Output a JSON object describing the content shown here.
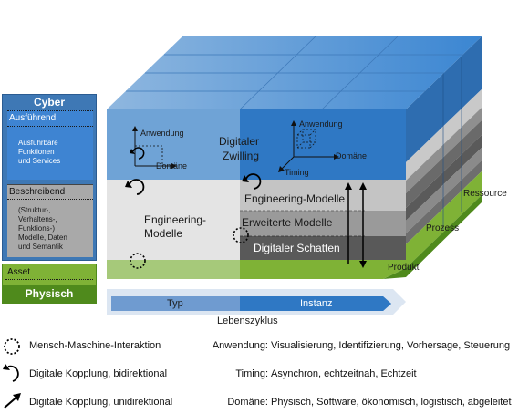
{
  "left_panel": {
    "cyber": "Cyber",
    "ausfuehrend": "Ausführend",
    "ausfuehrend_items": [
      "Ausführbare",
      "Funktionen",
      "und Services"
    ],
    "beschreibend": "Beschreibend",
    "beschreibend_items": [
      "(Struktur-,",
      "Verhaltens-,",
      "Funktions-)",
      "Modelle, Daten",
      "und Semantik"
    ],
    "asset": "Asset",
    "physisch": "Physisch"
  },
  "cube": {
    "front_left_label": [
      "Engineering-",
      "Modelle"
    ],
    "twin_label": [
      "Digitaler",
      "Zwilling"
    ],
    "eng_models": "Engineering-Modelle",
    "ext_models": "Erweiterte Modelle",
    "shadow": "Digitaler Schatten",
    "axis_resource": "Ressource",
    "axis_process": "Prozess",
    "axis_product": "Produkt",
    "mini_left": {
      "anwendung": "Anwendung",
      "domaene": "Domäne"
    },
    "mini_right": {
      "anwendung": "Anwendung",
      "domaene": "Domäne",
      "timing": "Timing"
    }
  },
  "lifecycle": {
    "typ": "Typ",
    "instanz": "Instanz",
    "label": "Lebenszyklus"
  },
  "legend": {
    "mmi": "Mensch-Maschine-Interaktion",
    "bidir": "Digitale Kopplung, bidirektional",
    "unidir": "Digitale Kopplung, unidirektional"
  },
  "definitions": [
    {
      "key": "Anwendung:",
      "value": "Visualisierung, Identifizierung, Vorhersage, Steuerung"
    },
    {
      "key": "Timing:",
      "value": "Asynchron, echtzeitnah, Echtzeit"
    },
    {
      "key": "Domäne:",
      "value": "Physisch, Software, ökonomisch, logistisch, abgeleitet"
    }
  ],
  "colors": {
    "blue_dark": "#2f78c4",
    "blue_light": "#6fa3d6",
    "grey_light": "#e4e4e4",
    "grey_mid": "#9a9a9a",
    "grey_dark": "#595959",
    "green": "#7fb236",
    "green_dark": "#4f8a1c"
  }
}
